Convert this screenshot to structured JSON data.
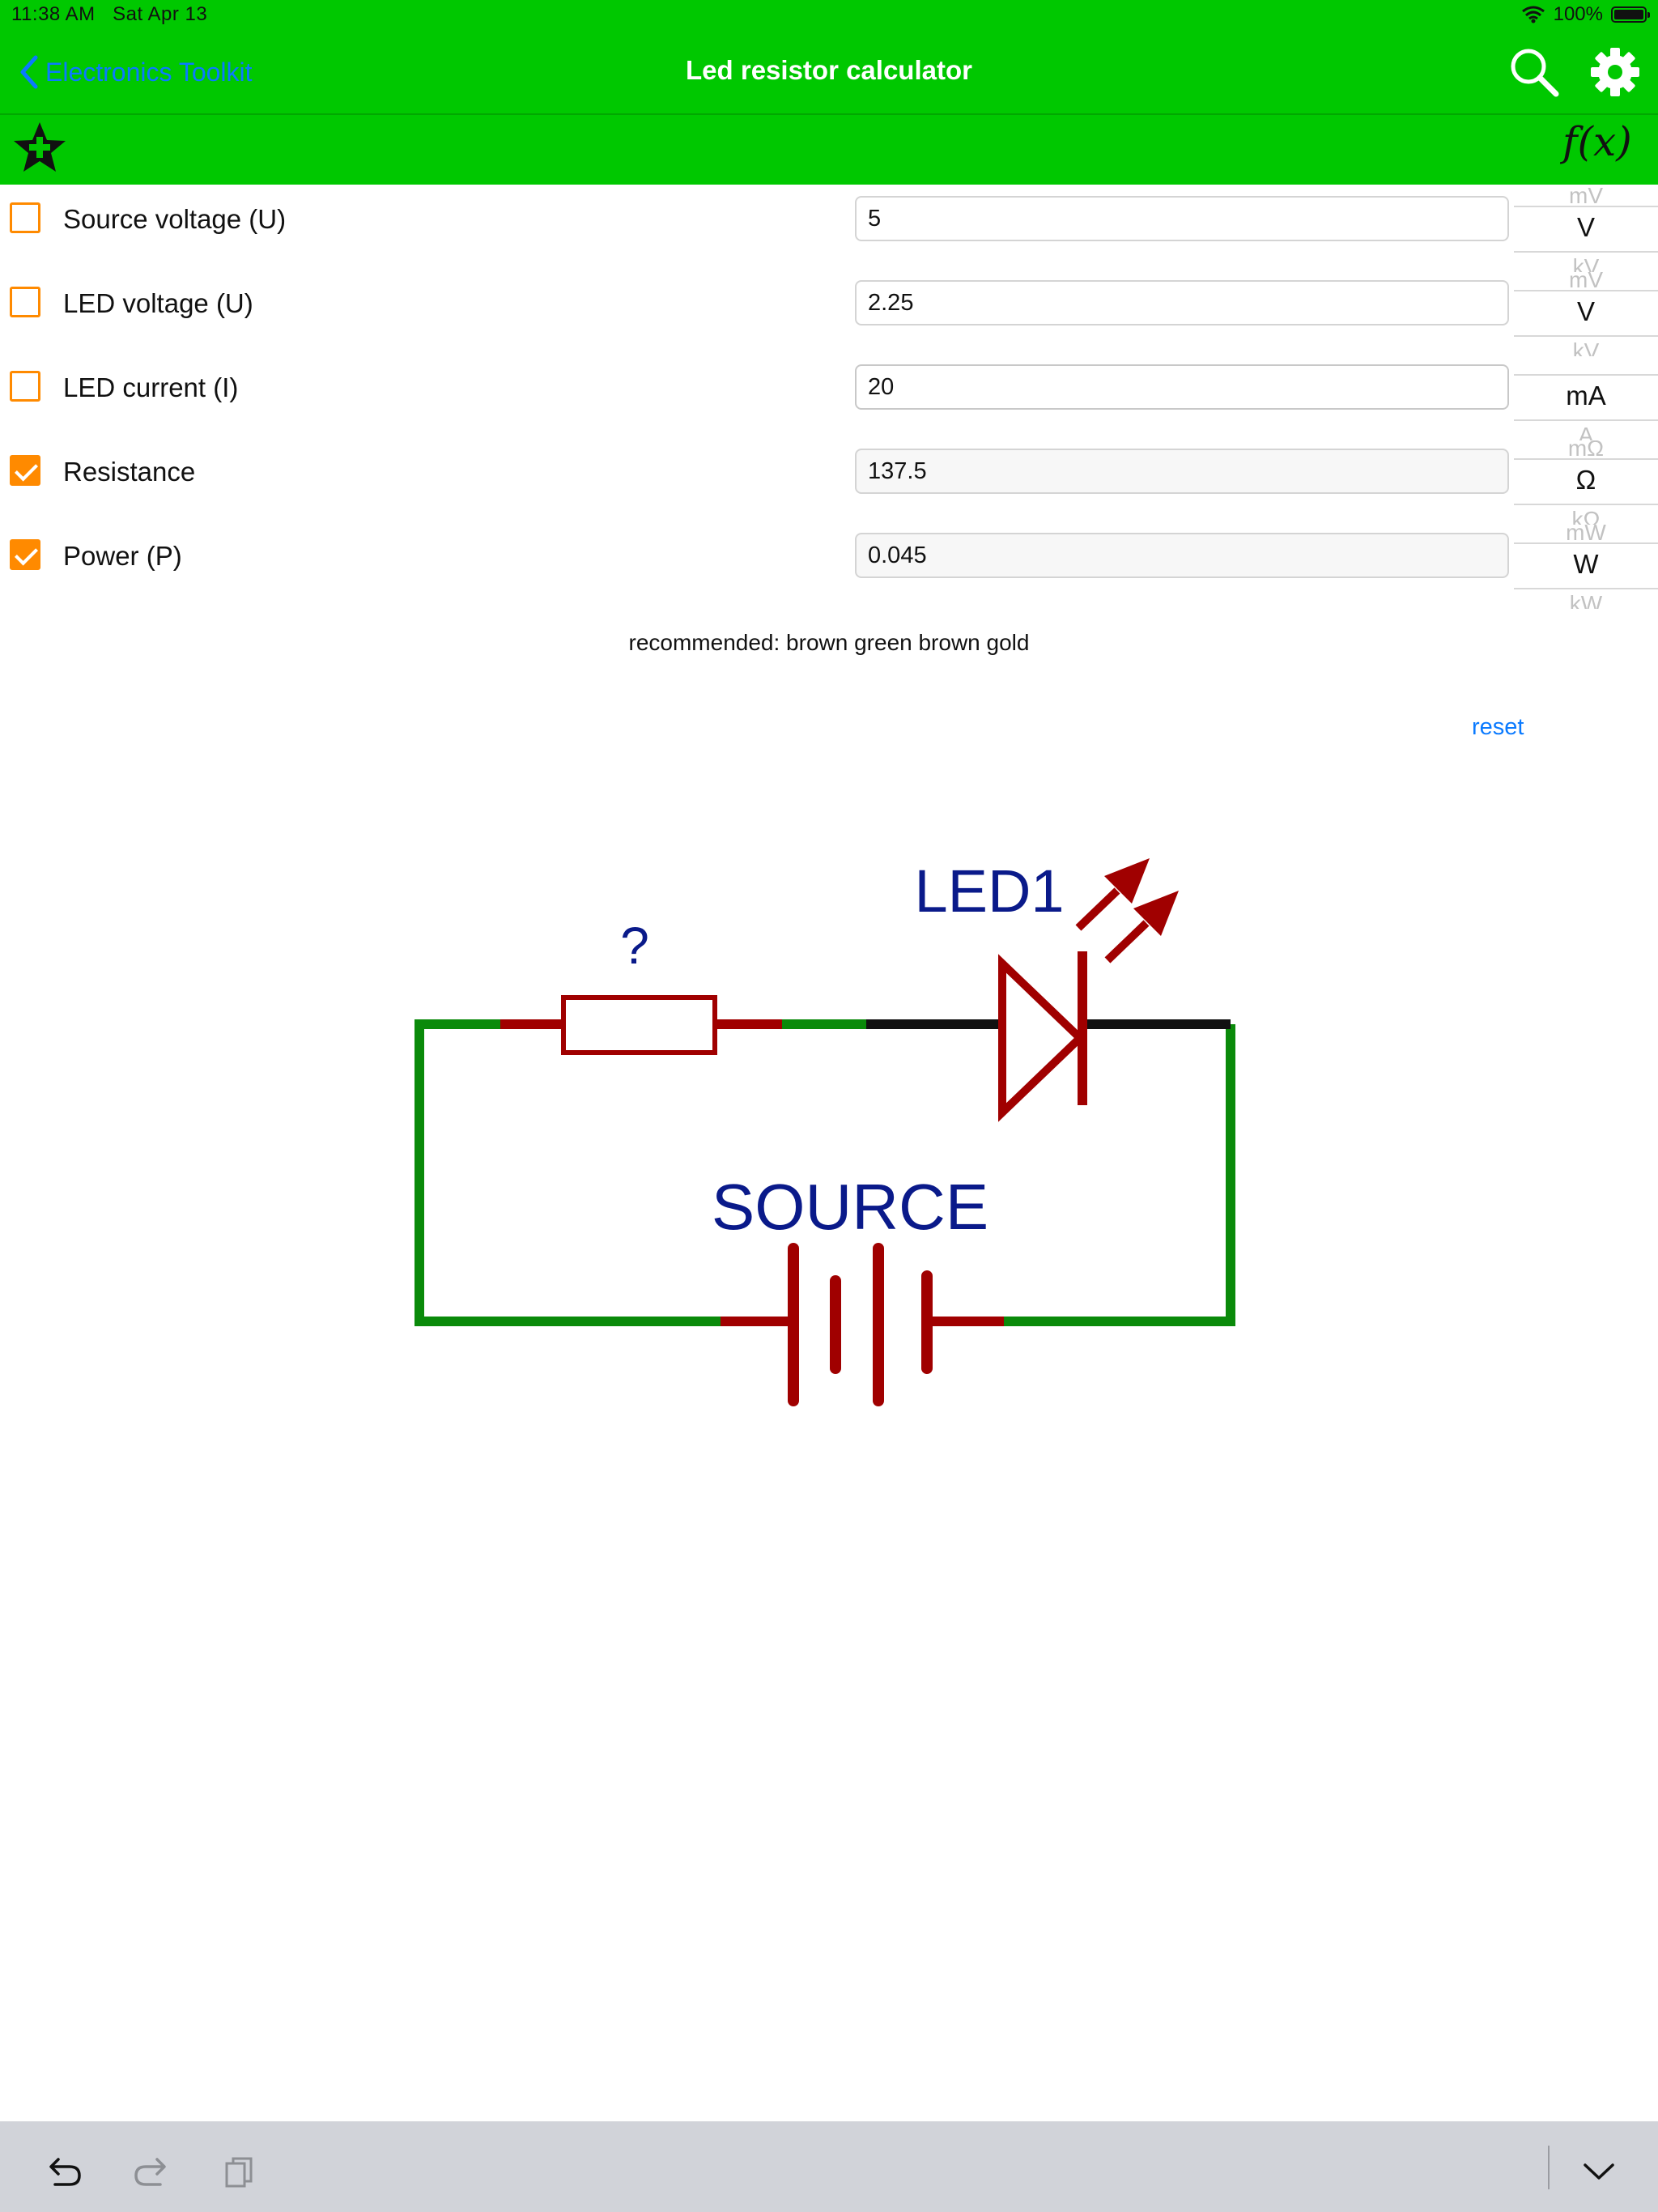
{
  "status_bar": {
    "time": "11:38 AM",
    "date": "Sat Apr 13",
    "battery": "100%"
  },
  "nav": {
    "back_label": "Electronics Toolkit",
    "title": "Led resistor calculator",
    "fx_label": "f(x)"
  },
  "colors": {
    "header": "#00c800",
    "accent": "#ff8a00",
    "link": "#0a7aff",
    "toolbar": "#d1d3d9"
  },
  "rows": [
    {
      "label": "Source voltage (U)",
      "value": "5",
      "checked": false,
      "unit_prev": "mV",
      "unit": "V",
      "unit_next": "kV"
    },
    {
      "label": "LED voltage (U)",
      "value": "2.25",
      "checked": false,
      "unit_prev": "mV",
      "unit": "V",
      "unit_next": "kV"
    },
    {
      "label": "LED current (I)",
      "value": "20",
      "checked": false,
      "unit_prev": "",
      "unit": "mA",
      "unit_next": "A"
    },
    {
      "label": "Resistance",
      "value": "137.5",
      "checked": true,
      "unit_prev": "mΩ",
      "unit": "Ω",
      "unit_next": "kΩ"
    },
    {
      "label": "Power (P)",
      "value": "0.045",
      "checked": true,
      "unit_prev": "mW",
      "unit": "W",
      "unit_next": "kW"
    }
  ],
  "recommendation": "recommended: brown green brown gold",
  "reset_label": "reset",
  "circuit": {
    "resistor_label": "?",
    "led_label": "LED1",
    "source_label": "SOURCE"
  },
  "icons": [
    "back-chevron-icon",
    "search-icon",
    "gear-icon",
    "favorite-star-icon",
    "undo-icon",
    "redo-icon",
    "clipboard-icon",
    "chevron-down-icon"
  ]
}
